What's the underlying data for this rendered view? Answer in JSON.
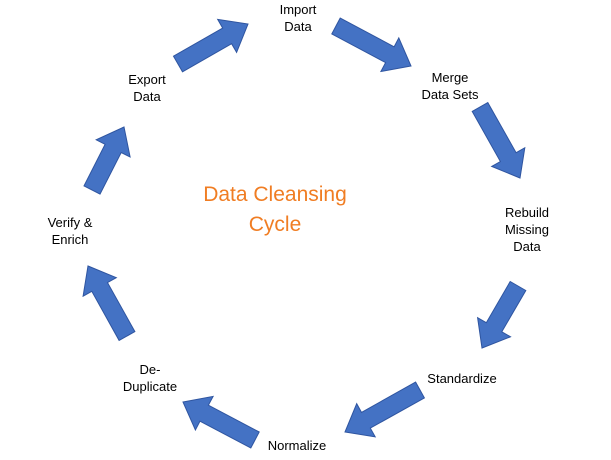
{
  "center_title": {
    "line1": "Data Cleansing",
    "line2": "Cycle",
    "color": "#F07D23"
  },
  "steps": [
    {
      "line1": "Import",
      "line2": "Data"
    },
    {
      "line1": "Merge",
      "line2": "Data Sets"
    },
    {
      "line1": "Rebuild",
      "line2": "Missing",
      "line3": "Data"
    },
    {
      "line1": "Standardize"
    },
    {
      "line1": "Normalize"
    },
    {
      "line1": "De-",
      "line2": "Duplicate"
    },
    {
      "line1": "Verify &",
      "line2": "Enrich"
    },
    {
      "line1": "Export",
      "line2": "Data"
    }
  ],
  "arrow_color": "#4472C4",
  "arrow_border_color": "#2F55A0",
  "arrow_icon": "block-arrow"
}
